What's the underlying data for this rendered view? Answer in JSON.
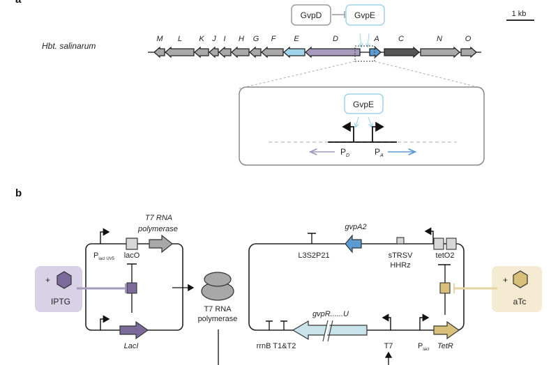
{
  "panels": {
    "a": {
      "label": "a",
      "organism": "Hbt. salinarum",
      "scale_bar": "1 kb",
      "regulators": {
        "gvpd": "GvpD",
        "gvpe": "GvpE"
      },
      "genes": [
        {
          "name": "M",
          "dir": "left",
          "color": "#a8a8a8"
        },
        {
          "name": "L",
          "dir": "left",
          "color": "#a8a8a8"
        },
        {
          "name": "K",
          "dir": "left",
          "color": "#a8a8a8"
        },
        {
          "name": "J",
          "dir": "left",
          "color": "#a8a8a8"
        },
        {
          "name": "I",
          "dir": "left",
          "color": "#a8a8a8"
        },
        {
          "name": "H",
          "dir": "left",
          "color": "#a8a8a8"
        },
        {
          "name": "G",
          "dir": "left",
          "color": "#a8a8a8"
        },
        {
          "name": "F",
          "dir": "left",
          "color": "#a8a8a8"
        },
        {
          "name": "E",
          "dir": "left",
          "color": "#9fd3ea"
        },
        {
          "name": "D",
          "dir": "left",
          "color": "#a79bbd"
        },
        {
          "name": "A",
          "dir": "right",
          "color": "#5b9bd1"
        },
        {
          "name": "C",
          "dir": "right",
          "color": "#555555"
        },
        {
          "name": "N",
          "dir": "right",
          "color": "#a8a8a8"
        },
        {
          "name": "O",
          "dir": "right",
          "color": "#a8a8a8"
        }
      ],
      "inset": {
        "activator": "GvpE",
        "promoter_d": "P",
        "promoter_d_sub": "D",
        "promoter_a": "P",
        "promoter_a_sub": "A"
      }
    },
    "b": {
      "label": "b",
      "left_circuit": {
        "promoter": "P",
        "promoter_sub": "lacI UV5",
        "operator": "lacO",
        "gene_top": "T7 RNA polymerase",
        "gene_top_line1": "T7 RNA",
        "gene_top_line2": "polymerase",
        "gene_bottom": "LacI"
      },
      "inducer_left": {
        "sign": "+",
        "name": "IPTG"
      },
      "product": {
        "line1": "T7 RNA",
        "line2": "polymerase"
      },
      "right_circuit": {
        "terminator_top": "L3S2P21",
        "gene_top": "gvpA2",
        "ribozyme_line1": "sTRSV",
        "ribozyme_line2": "HHRz",
        "operator": "tetO2",
        "terminator_bottom": "rrnB T1&T2",
        "gene_cluster": "gvpR......U",
        "t7_promoter": "T7",
        "promoter": "P",
        "promoter_sub": "lacI",
        "gene_bottom": "TetR"
      },
      "inducer_right": {
        "sign": "+",
        "name": "aTc"
      }
    }
  },
  "colors": {
    "iptg_box": "#d9d2e6",
    "iptg": "#7b6a9a",
    "atc_box": "#f5ead2",
    "atc": "#d9c07a",
    "gvpe": "#9fd3ea",
    "gvpd": "#9a9a9a"
  }
}
